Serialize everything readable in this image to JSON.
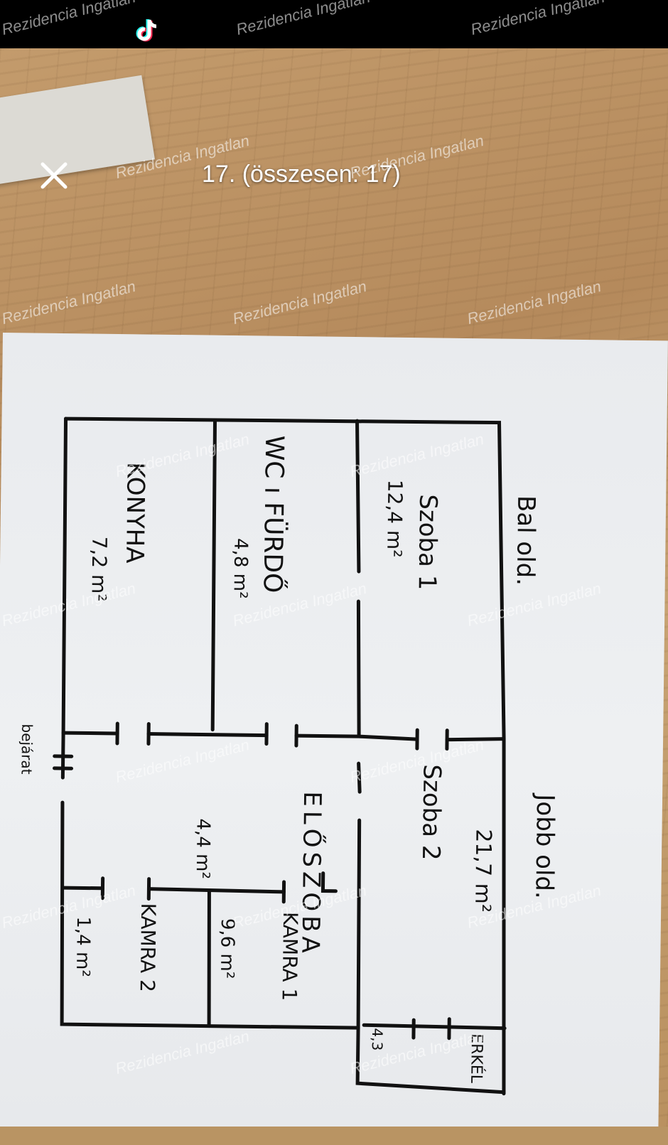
{
  "viewer": {
    "counter": "17. (összesen: 17)",
    "close_icon": "close-icon",
    "brand_icon": "tiktok-logo"
  },
  "watermark": "Rezidencia Ingatlan",
  "plan": {
    "left_side": "Bal old.",
    "right_side": "Jobb old.",
    "rooms": {
      "szoba1_name": "Szoba 1",
      "szoba1_area": "12,4 m²",
      "wc_name": "WC ı FÜRDŐ",
      "wc_area": "4,8 m²",
      "konyha_name": "KONYHA",
      "konyha_area": "7,2 m²",
      "szoba2_name": "Szoba 2",
      "szoba2_area": "21,7 m²",
      "eloszoba_letters": "ELŐSZOBA",
      "eloszoba_area": "4,4 m²",
      "kamra1_name": "KAMRA 1",
      "kamra1_area": "9,6 m²",
      "kamra2_name": "KAMRA 2",
      "kamra2_area": "1,4 m²",
      "erkely_name": "ERKÉL",
      "erkely_area": "4,3"
    },
    "entrance": "bejárat"
  },
  "colors": {
    "topbar": "#000000",
    "ink": "#111111",
    "paper": "#eceef0",
    "wood": "#bf9666"
  }
}
